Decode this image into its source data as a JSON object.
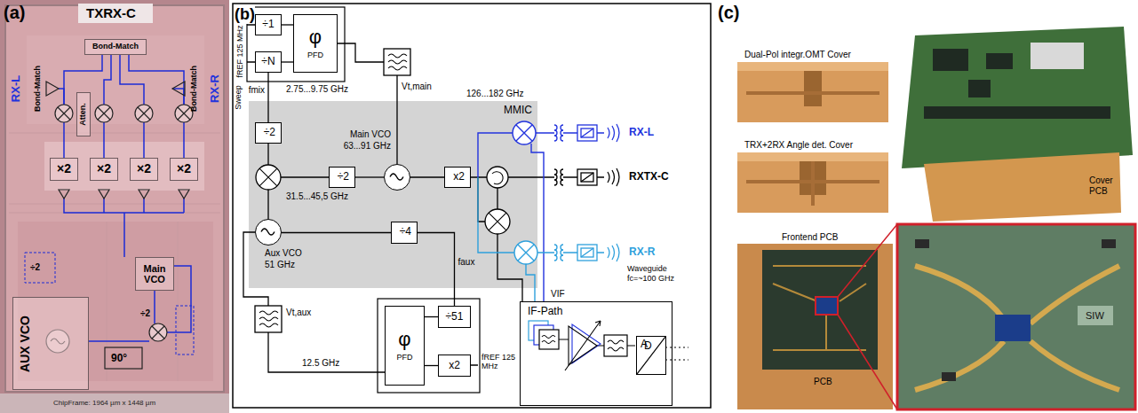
{
  "diagram": {
    "nodes": [
      {
        "text": [
          "Bond-Match"
        ]
      },
      {
        "text": [
          "Atten."
        ]
      },
      {
        "text": [
          "×2"
        ]
      },
      {
        "text": [
          "×2"
        ]
      },
      {
        "text": [
          "×2"
        ]
      },
      {
        "text": [
          "×2"
        ]
      },
      {
        "text": [
          "Main VCO"
        ]
      },
      {
        "text": [
          "AUX VCO"
        ]
      },
      {
        "text": [
          "÷1"
        ]
      },
      {
        "text": [
          "÷N"
        ]
      },
      {
        "text": [
          "φ",
          "PFD"
        ]
      },
      {
        "text": [
          "MMIC"
        ]
      },
      {
        "text": [
          "÷2"
        ],
        "in": 11
      },
      {
        "text": [
          "÷2"
        ],
        "in": 11
      },
      {
        "text": [
          "Main VCO",
          "63...91 GHz"
        ],
        "in": 11
      },
      {
        "text": [
          "x2"
        ],
        "in": 11
      },
      {
        "text": [
          "Aux VCO",
          "51 GHz"
        ],
        "in": 11
      },
      {
        "text": [
          "÷4"
        ],
        "in": 11
      },
      {
        "text": [
          "φ",
          "PFD"
        ]
      },
      {
        "text": [
          "÷51"
        ]
      },
      {
        "text": [
          "x2"
        ]
      },
      {
        "text": [
          "IF-Path"
        ]
      },
      {
        "text": [
          "A",
          "D"
        ],
        "in": 21
      }
    ],
    "edges": [
      {
        "from": 8,
        "to": 10,
        "arrow": "none"
      },
      {
        "from": 9,
        "to": 10,
        "arrow": "none"
      },
      {
        "from": 12,
        "to": 9,
        "label": "fmix",
        "arrow": "none"
      },
      {
        "from": 14,
        "to": 13,
        "arrow": "none"
      },
      {
        "from": 14,
        "to": 15,
        "arrow": "none"
      },
      {
        "from": 16,
        "to": 17,
        "arrow": "none"
      },
      {
        "from": 17,
        "to": 19,
        "label": "faux",
        "arrow": "none"
      },
      {
        "from": 19,
        "to": 18,
        "arrow": "none"
      },
      {
        "from": 20,
        "to": 18,
        "arrow": "none"
      }
    ],
    "labels": [
      "(a)",
      "TXRX-C",
      "RX-L",
      "RX-R",
      "Bond-Match",
      "Bond-Match",
      "÷2",
      "÷2",
      "90°",
      "ChipFrame: 1964 µm x 1448 µm",
      "(b)",
      "fREF 125 MHz",
      "Sweep",
      "2.75...9.75 GHz",
      "Vt,main",
      "126...182 GHz",
      "31.5...45,5 GHz",
      "Vt,aux",
      "12.5 GHz",
      "fREF 125 MHz",
      "VIF",
      "RX-L",
      "RXTX-C",
      "RX-R",
      "Waveguide",
      "fc=~100 GHz",
      "(c)",
      "Dual-Pol integr.OMT Cover",
      "TRX+2RX Angle det. Cover",
      "Frontend PCB",
      "Cover PCB",
      "PCB",
      "SIW"
    ]
  }
}
